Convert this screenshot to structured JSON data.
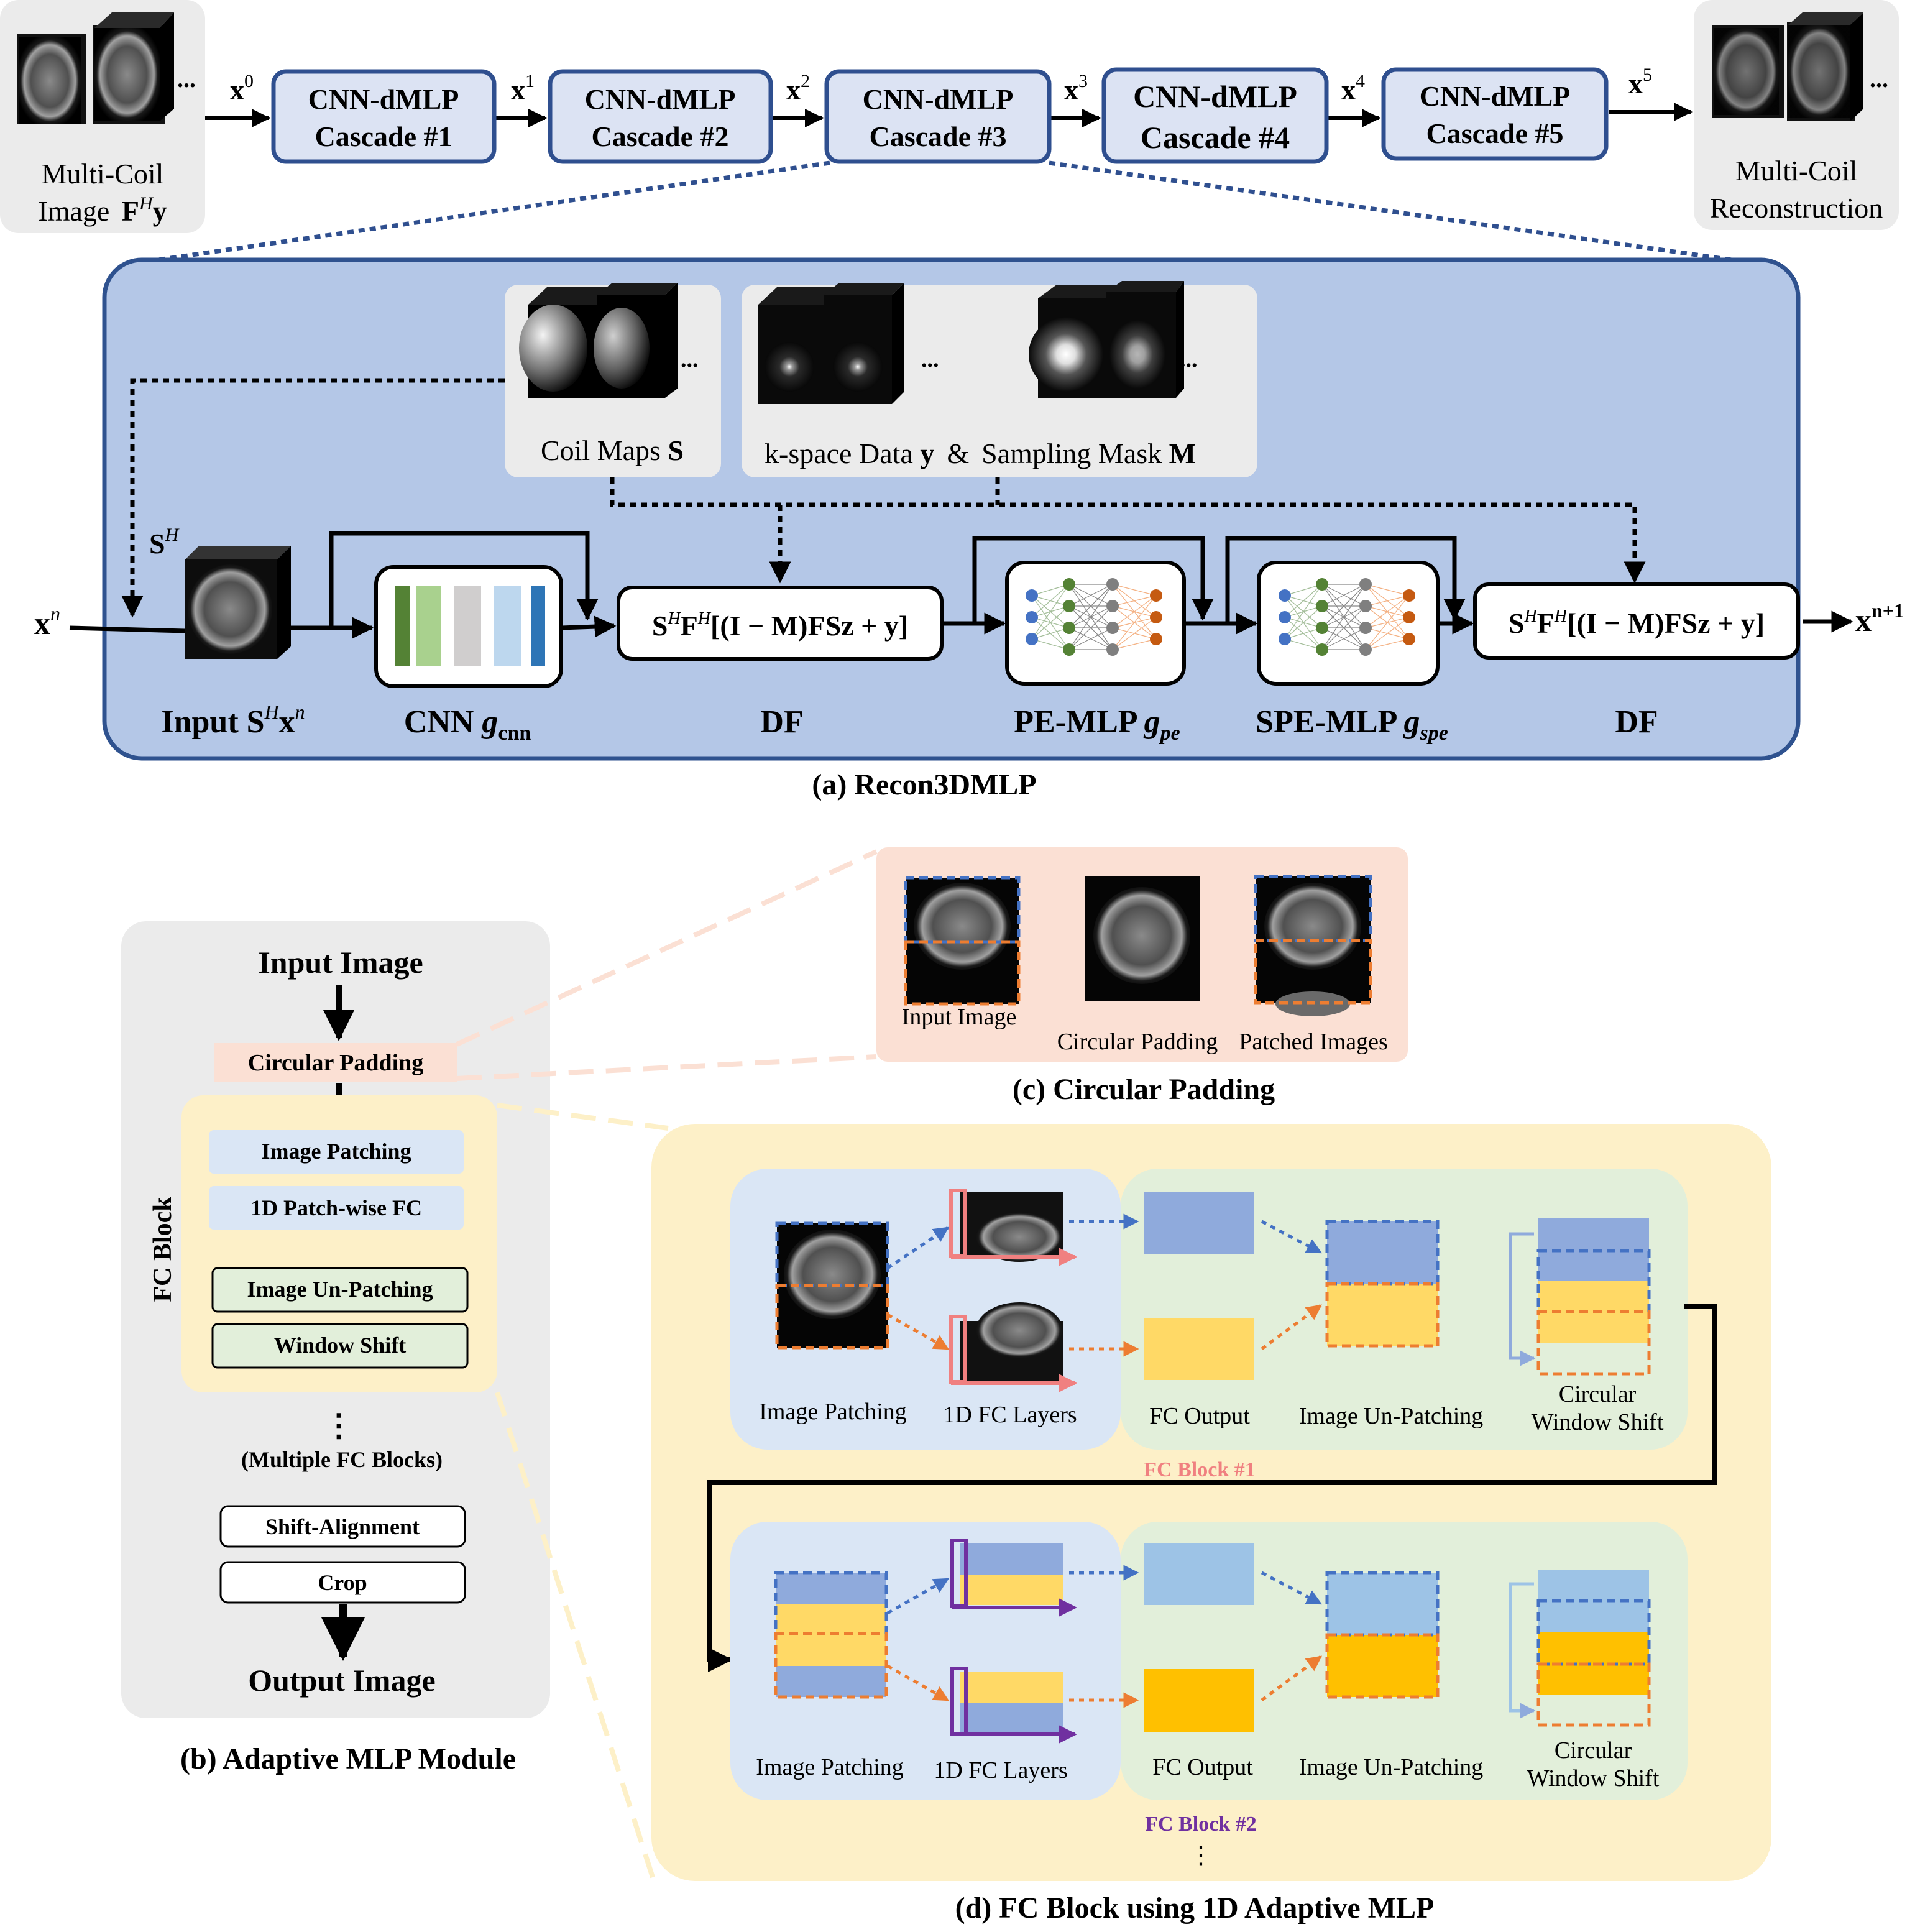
{
  "top": {
    "input_label_1": "Multi-Coil",
    "input_label_2": "Image",
    "input_math": "F",
    "input_sup": "H",
    "input_y": "y",
    "output_label_1": "Multi-Coil",
    "output_label_2": "Reconstruction",
    "cascades": [
      {
        "line1": "CNN-dMLP",
        "line2": "Cascade #1"
      },
      {
        "line1": "CNN-dMLP",
        "line2": "Cascade #2"
      },
      {
        "line1": "CNN-dMLP",
        "line2": "Cascade #3"
      },
      {
        "line1": "CNN-dMLP",
        "line2": "Cascade #4"
      },
      {
        "line1": "CNN-dMLP",
        "line2": "Cascade #5"
      }
    ],
    "x_labels": [
      "x",
      "x",
      "x",
      "x",
      "x",
      "x"
    ],
    "x_sups": [
      "0",
      "1",
      "2",
      "3",
      "4",
      "5"
    ]
  },
  "panel_a": {
    "caption": "(a) Recon3DMLP",
    "coil_maps": "Coil Maps",
    "coil_maps_sym": "S",
    "kspace": "k-space Data",
    "kspace_sym": "y",
    "amp": "&",
    "mask": "Sampling Mask",
    "mask_sym": "M",
    "ellipsis": "...",
    "sh_label": "S",
    "sh_sup": "H",
    "xn_in": "x",
    "xn_in_sup": "n",
    "xn_out": "x",
    "xn_out_sup": "n+1",
    "df_formula_pre": "S",
    "df_formula_sup1": "H",
    "df_formula_mid": "F",
    "df_formula_sup2": "H",
    "df_formula_post": "[(I − M)FSz + y]",
    "labels": {
      "input_pre": "Input S",
      "input_sup": "H",
      "input_post": "x",
      "input_post_sup": "n",
      "cnn": "CNN",
      "cnn_g": "g",
      "cnn_sub": "cnn",
      "df1": "DF",
      "pe": "PE-MLP",
      "pe_g": "g",
      "pe_sub": "pe",
      "spe": "SPE-MLP",
      "spe_g": "g",
      "spe_sub": "spe",
      "df2": "DF"
    }
  },
  "panel_b": {
    "caption": "(b) Adaptive MLP Module",
    "input_image": "Input Image",
    "circular_padding": "Circular Padding",
    "fc_block": "FC Block",
    "image_patching": "Image Patching",
    "patchwise_fc": "1D Patch-wise FC",
    "unpatching": "Image Un-Patching",
    "window_shift": "Window Shift",
    "dots": "⋮",
    "multiple": "(Multiple FC Blocks)",
    "shift_alignment": "Shift-Alignment",
    "crop": "Crop",
    "output_image": "Output Image"
  },
  "panel_c": {
    "caption": "(c) Circular Padding",
    "input_image": "Input Image",
    "circular_padding": "Circular Padding",
    "patched_images": "Patched Images"
  },
  "panel_d": {
    "caption": "(d) FC Block using 1D Adaptive MLP",
    "image_patching": "Image Patching",
    "fc_layers": "1D FC Layers",
    "fc_output": "FC Output",
    "unpatching": "Image Un-Patching",
    "circular_1": "Circular",
    "circular_2": "Window Shift",
    "block1": "FC Block #1",
    "block2": "FC Block #2",
    "dots": "⋮"
  },
  "colors": {
    "cascade_fill": "#dce3f3",
    "cascade_stroke": "#2f4f8f",
    "panel_a_fill": "#b4c7e7",
    "panel_a_stroke": "#2f528f",
    "gray_box": "#ebebeb",
    "peach": "#fbe0d4",
    "yellow_bg": "#fdf0c8",
    "blue_sub": "#dae6f5",
    "green_sub": "#e2efda",
    "blue_patch": "#8faadc",
    "light_blue_patch": "#9dc3e6",
    "yellow_patch": "#ffd966",
    "orange_patch": "#ffc000",
    "dash_blue": "#4472c4",
    "dash_orange": "#ed7d31",
    "block1_color": "#f08080",
    "block2_color": "#7030a0"
  }
}
